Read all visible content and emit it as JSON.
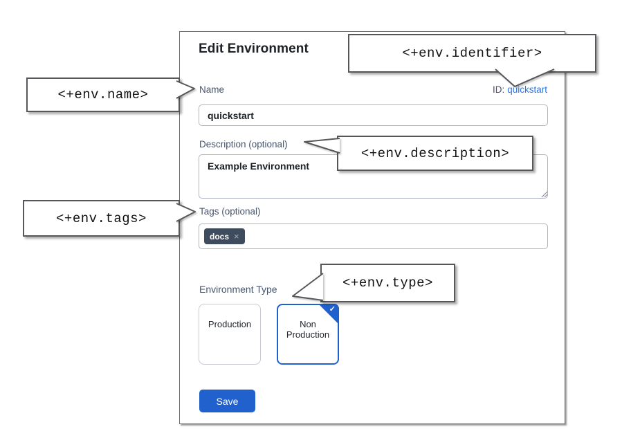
{
  "dialog": {
    "title": "Edit Environment",
    "name_field": {
      "label": "Name",
      "value": "quickstart"
    },
    "id_field": {
      "label": "ID:",
      "value": "quickstart"
    },
    "description_field": {
      "label": "Description (optional)",
      "value": "Example Environment"
    },
    "tags_field": {
      "label": "Tags (optional)",
      "tags": [
        {
          "label": "docs"
        }
      ]
    },
    "environment_type": {
      "label": "Environment Type",
      "options": [
        {
          "label": "Production",
          "selected": false
        },
        {
          "label": "Non Production",
          "selected": true
        }
      ]
    },
    "save_button": "Save"
  },
  "callouts": {
    "identifier": "<+env.identifier>",
    "name": "<+env.name>",
    "description": "<+env.description>",
    "tags": "<+env.tags>",
    "type": "<+env.type>"
  },
  "icons": {
    "check": "✓",
    "remove_tag": "×"
  },
  "colors": {
    "accent_blue": "#2061ce",
    "link_blue": "#2576eb",
    "tag_bg": "#3f4c5d",
    "callout_border": "#55575a"
  }
}
